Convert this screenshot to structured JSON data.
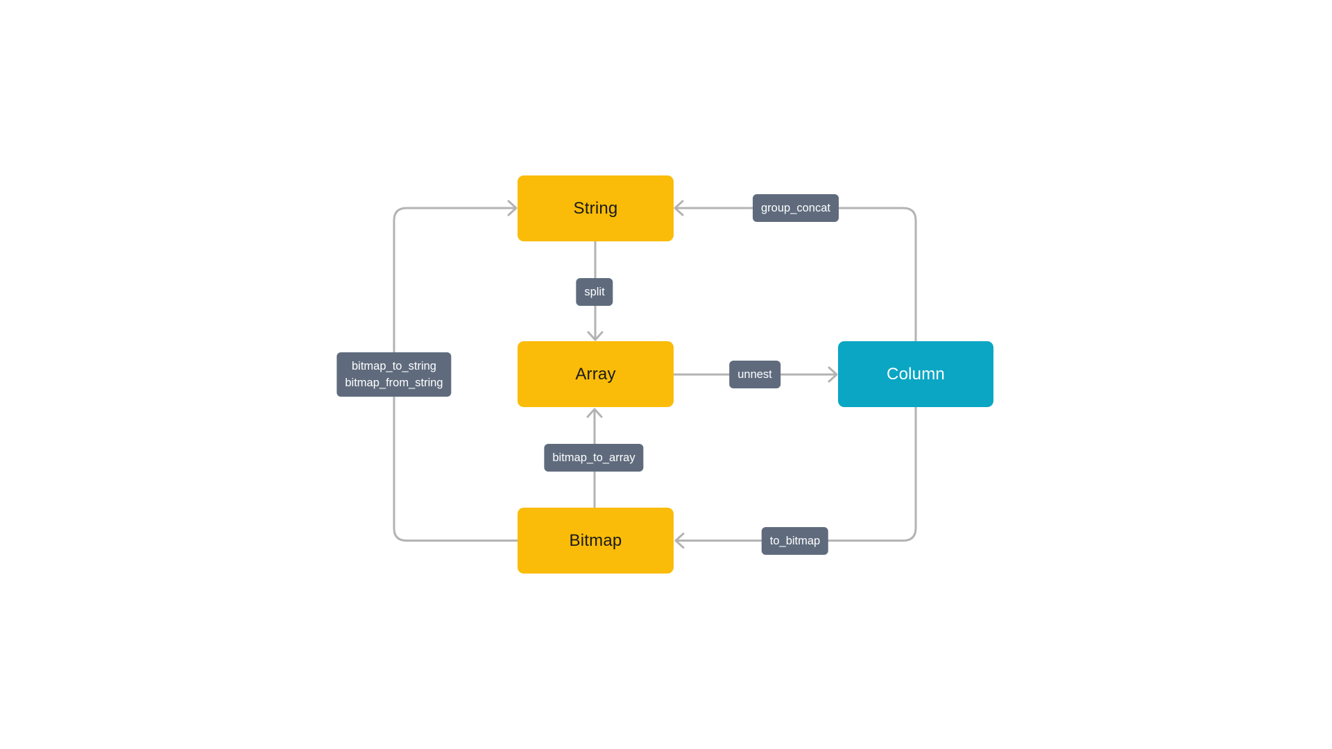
{
  "diagram": {
    "nodes": {
      "string": {
        "label": "String",
        "color": "#FABC08"
      },
      "array": {
        "label": "Array",
        "color": "#FABC08"
      },
      "bitmap": {
        "label": "Bitmap",
        "color": "#FABC08"
      },
      "column": {
        "label": "Column",
        "color": "#0AA6C4"
      }
    },
    "edges": {
      "split": {
        "label": "split",
        "from": "String",
        "to": "Array"
      },
      "unnest": {
        "label": "unnest",
        "from": "Array",
        "to": "Column"
      },
      "group_concat": {
        "label": "group_concat",
        "from": "Column",
        "to": "String"
      },
      "to_bitmap": {
        "label": "to_bitmap",
        "from": "Column",
        "to": "Bitmap"
      },
      "bitmap_to_array": {
        "label": "bitmap_to_array",
        "from": "Bitmap",
        "to": "Array"
      },
      "bitmap_string": {
        "labels": [
          "bitmap_to_string",
          "bitmap_from_string"
        ],
        "from": "Bitmap",
        "to": "String"
      }
    },
    "theme": {
      "background": "#FFFFFF",
      "node_yellow": "#FABC08",
      "node_teal": "#0AA6C4",
      "node_text": "#1A1A1A",
      "edge_label_bg": "#5F6B7D",
      "edge_label_text": "#FFFFFF",
      "line_color": "#B3B3B3"
    }
  }
}
